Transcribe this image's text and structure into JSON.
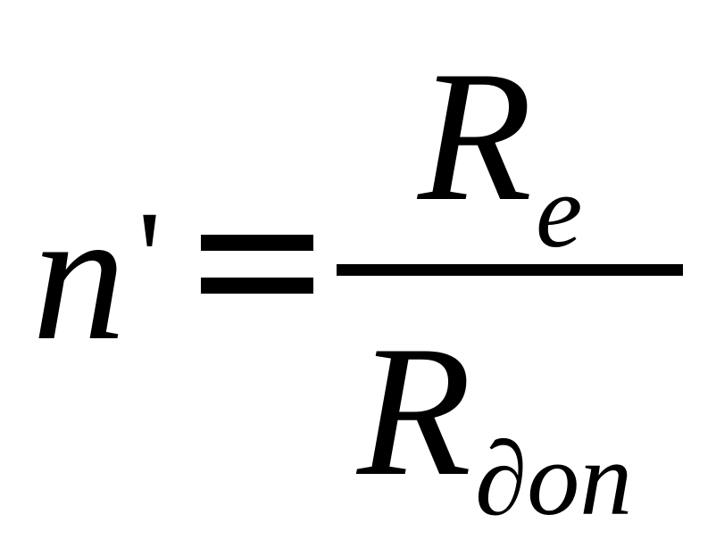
{
  "formula": {
    "lhs_symbol": "n",
    "lhs_prime": "'",
    "numerator_symbol": "R",
    "numerator_subscript": "e",
    "denominator_symbol": "R",
    "denominator_subscript": "∂on"
  }
}
